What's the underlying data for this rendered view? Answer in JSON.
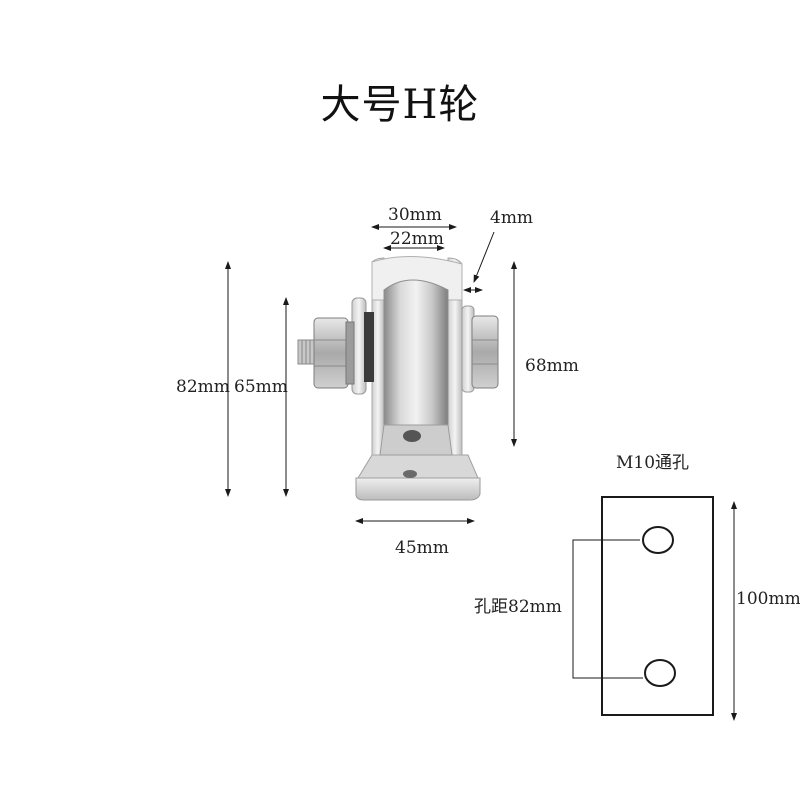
{
  "title": "大号H轮",
  "dimensions": {
    "outer_width": "30mm",
    "groove_width": "22mm",
    "flange_thickness": "4mm",
    "total_height": "82mm",
    "axle_height": "65mm",
    "wheel_diameter": "68mm",
    "base_width": "45mm"
  },
  "base_plate": {
    "hole_label": "M10通孔",
    "hole_spacing": "孔距82mm",
    "plate_length": "100mm"
  },
  "colors": {
    "line": "#1a1a1a",
    "steel_light": "#e6e6e6",
    "steel_mid": "#b8b8b8",
    "steel_dark": "#7a7a7a"
  }
}
